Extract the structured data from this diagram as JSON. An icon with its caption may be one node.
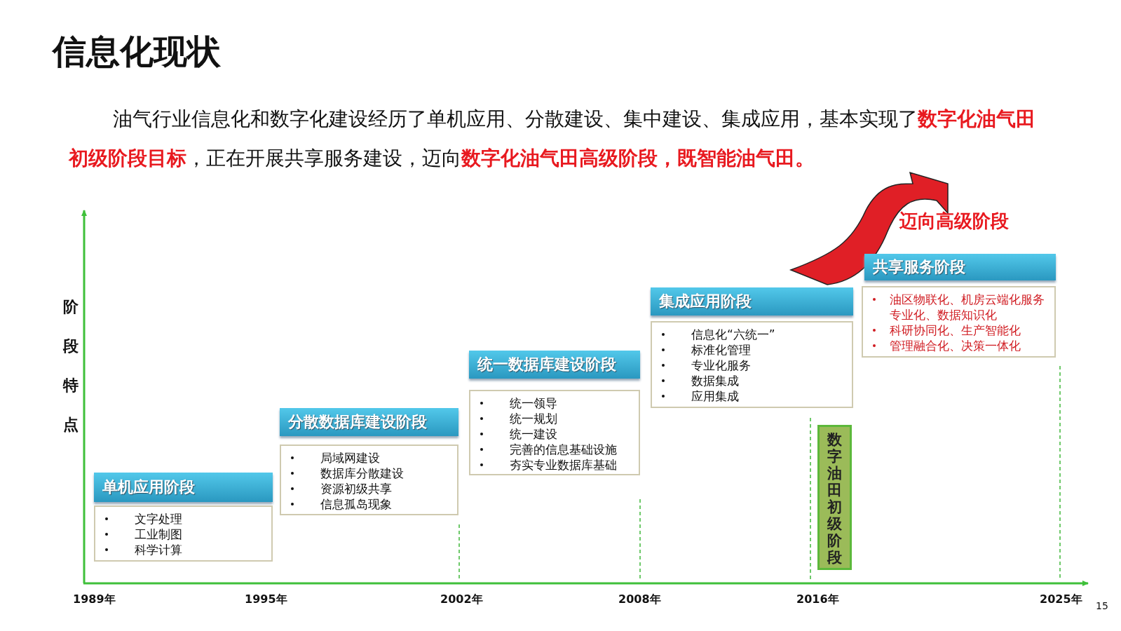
{
  "diagram": {
    "title": "信息化现状",
    "nodes": [
      {
        "text": [
          "单机应用阶段"
        ]
      },
      {
        "text": [
          "文字处理",
          "工业制图",
          "科学计算"
        ]
      },
      {
        "text": [
          "分散数据库建设阶段"
        ]
      },
      {
        "text": [
          "局域网建设",
          "数据库分散建设",
          "资源初级共享",
          "信息孤岛现象"
        ]
      },
      {
        "text": [
          "统一数据库建设阶段"
        ]
      },
      {
        "text": [
          "统一领导",
          "统一规划",
          "统一建设",
          "完善的信息基础设施",
          "夯实专业数据库基础"
        ]
      },
      {
        "text": [
          "集成应用阶段"
        ]
      },
      {
        "text": [
          "信息化“六统一”",
          "标准化管理",
          "专业化服务",
          "数据集成",
          "应用集成"
        ]
      },
      {
        "text": [
          "数字油田初级阶段"
        ]
      },
      {
        "text": [
          "共享服务阶段"
        ]
      },
      {
        "text": [
          "油区物联化、机房云端化服务专业化、数据知识化",
          "科研协同化、生产智能化",
          "管理融合化、决策一体化"
        ]
      }
    ],
    "labels": [
      "油气行业信息化和数字化建设经历了单机应用、分散建设、集中建设、集成应用，基本实现了**数字化油气田初级阶段目标**，正在开展共享服务建设，迈向**数字化油气田高级阶段，既智能油气田。**",
      "迈向高级阶段",
      "阶段特点",
      "1989年",
      "1995年",
      "2002年",
      "2008年",
      "2016年",
      "2025年",
      "15"
    ]
  }
}
